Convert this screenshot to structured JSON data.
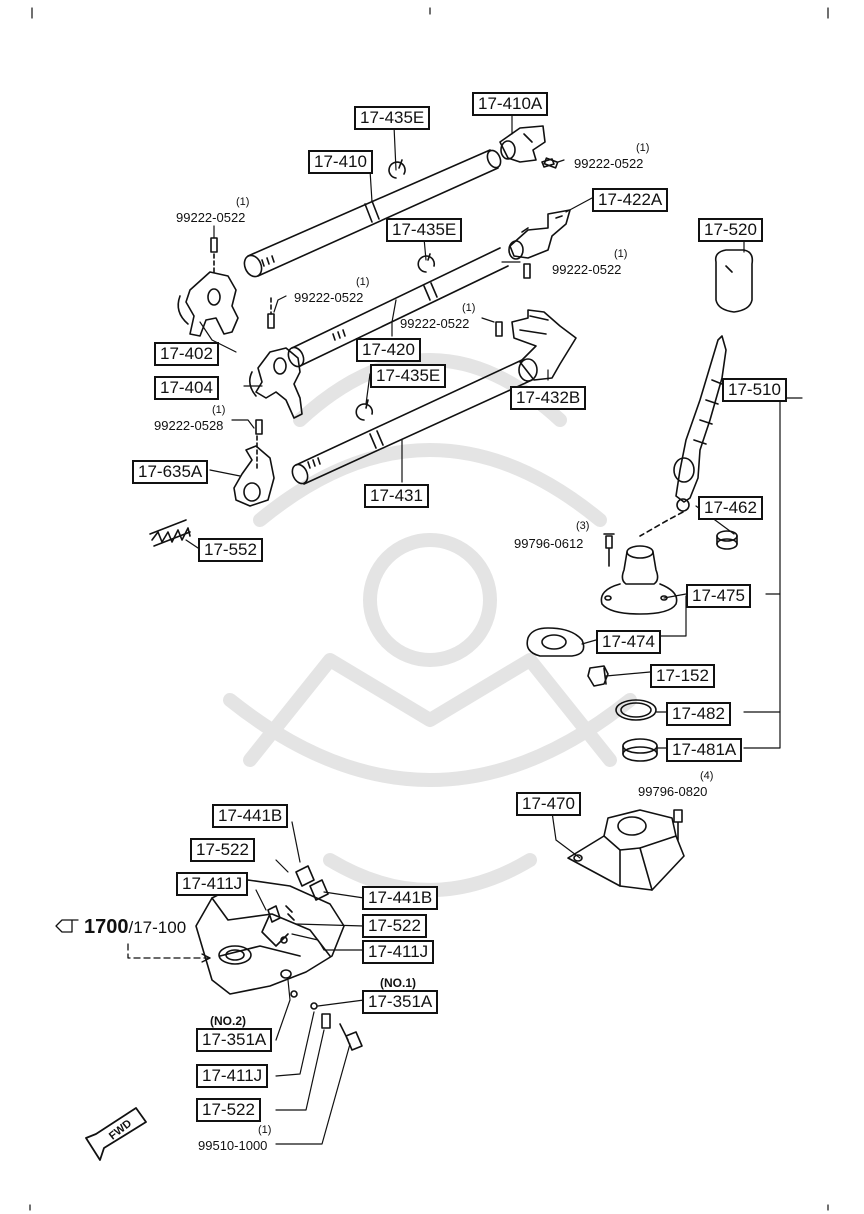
{
  "diagram": {
    "callouts": [
      {
        "id": "c1",
        "text": "17-410A"
      },
      {
        "id": "c2",
        "text": "17-435E"
      },
      {
        "id": "c3",
        "text": "17-410"
      },
      {
        "id": "c4",
        "text": "17-422A"
      },
      {
        "id": "c5",
        "text": "17-435E"
      },
      {
        "id": "c6",
        "text": "17-520"
      },
      {
        "id": "c7",
        "text": "17-402"
      },
      {
        "id": "c8",
        "text": "17-420"
      },
      {
        "id": "c9",
        "text": "17-435E"
      },
      {
        "id": "c10",
        "text": "17-404"
      },
      {
        "id": "c11",
        "text": "17-432B"
      },
      {
        "id": "c12",
        "text": "17-510"
      },
      {
        "id": "c13",
        "text": "17-635A"
      },
      {
        "id": "c14",
        "text": "17-431"
      },
      {
        "id": "c15",
        "text": "17-462"
      },
      {
        "id": "c16",
        "text": "17-552"
      },
      {
        "id": "c17",
        "text": "17-475"
      },
      {
        "id": "c18",
        "text": "17-474"
      },
      {
        "id": "c19",
        "text": "17-152"
      },
      {
        "id": "c20",
        "text": "17-482"
      },
      {
        "id": "c21",
        "text": "17-481A"
      },
      {
        "id": "c22",
        "text": "17-470"
      },
      {
        "id": "c23",
        "text": "17-441B"
      },
      {
        "id": "c24",
        "text": "17-522"
      },
      {
        "id": "c25",
        "text": "17-411J"
      },
      {
        "id": "c26",
        "text": "17-441B"
      },
      {
        "id": "c27",
        "text": "17-522"
      },
      {
        "id": "c28",
        "text": "17-411J"
      },
      {
        "id": "c29",
        "text": "17-351A"
      },
      {
        "id": "c30",
        "text": "17-351A"
      },
      {
        "id": "c31",
        "text": "17-411J"
      },
      {
        "id": "c32",
        "text": "17-522"
      }
    ],
    "part_numbers": [
      {
        "id": "p1",
        "text": "99222-0522",
        "qty": "(1)"
      },
      {
        "id": "p2",
        "text": "99222-0522",
        "qty": "(1)"
      },
      {
        "id": "p3",
        "text": "99222-0522",
        "qty": "(1)"
      },
      {
        "id": "p4",
        "text": "99222-0522",
        "qty": "(1)"
      },
      {
        "id": "p5",
        "text": "99222-0522",
        "qty": "(1)"
      },
      {
        "id": "p6",
        "text": "99222-0528",
        "qty": "(1)"
      },
      {
        "id": "p7",
        "text": "99796-0612",
        "qty": "(3)"
      },
      {
        "id": "p8",
        "text": "99796-0820",
        "qty": "(4)"
      },
      {
        "id": "p9",
        "text": "99510-1000",
        "qty": "(1)"
      }
    ],
    "notes": {
      "no1": "(NO.1)",
      "no2": "(NO.2)"
    },
    "reference": {
      "bold": "1700",
      "rest": "/17-100"
    },
    "fwd_label": "FWD",
    "colors": {
      "line": "#111111",
      "watermark": "#e6e6e6"
    }
  }
}
